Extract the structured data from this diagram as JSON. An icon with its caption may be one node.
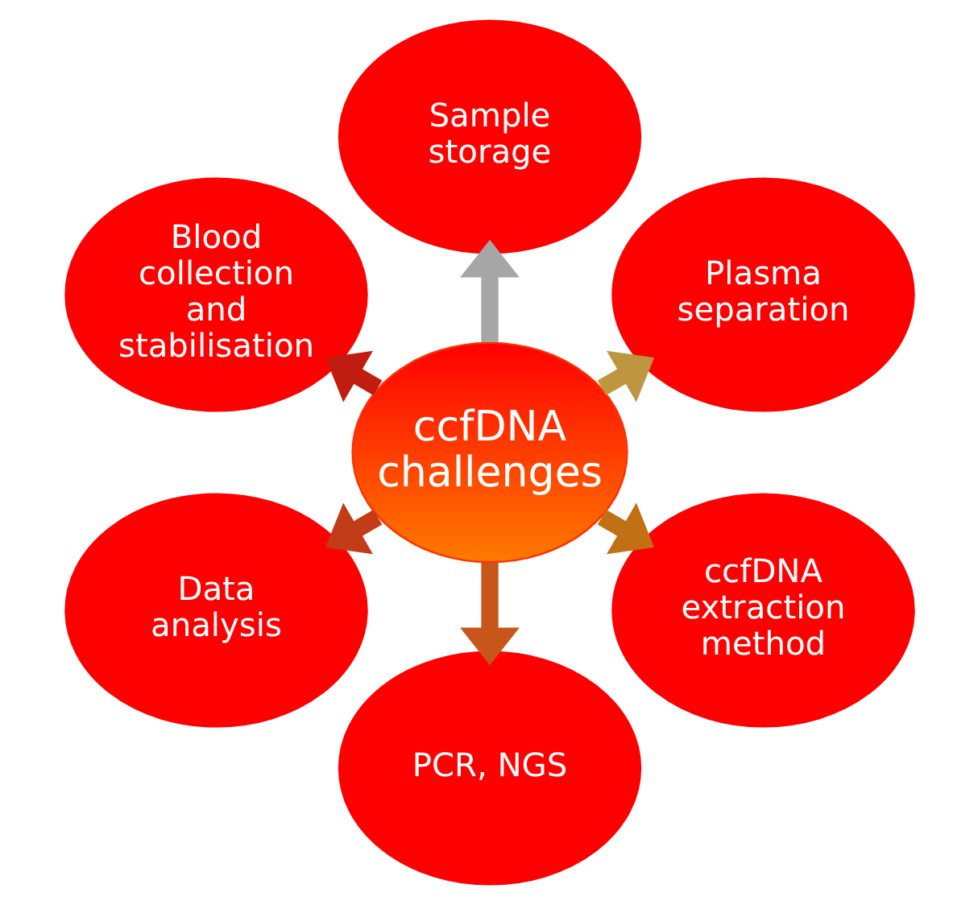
{
  "diagram": {
    "nodes": [
      {
        "text": [
          "Sample storage"
        ]
      },
      {
        "text": [
          "Blood collection and stabilisation"
        ]
      },
      {
        "text": [
          "Plasma separation"
        ]
      },
      {
        "text": [
          "ccfDNA challenges"
        ]
      },
      {
        "text": [
          "Data analysis"
        ]
      },
      {
        "text": [
          "ccfDNA extraction method"
        ]
      },
      {
        "text": [
          "PCR, NGS"
        ]
      }
    ],
    "edges": [
      {
        "from": 3,
        "to": 0,
        "arrow": "to",
        "color": "#a6a6a6"
      },
      {
        "from": 3,
        "to": 2,
        "arrow": "to",
        "color": "#bf9640"
      },
      {
        "from": 3,
        "to": 5,
        "arrow": "to",
        "color": "#c27014"
      },
      {
        "from": 3,
        "to": 6,
        "arrow": "to",
        "color": "#c8561a"
      },
      {
        "from": 3,
        "to": 4,
        "arrow": "to",
        "color": "#c23c18"
      },
      {
        "from": 3,
        "to": 1,
        "arrow": "to",
        "color": "#c01c10"
      }
    ]
  }
}
